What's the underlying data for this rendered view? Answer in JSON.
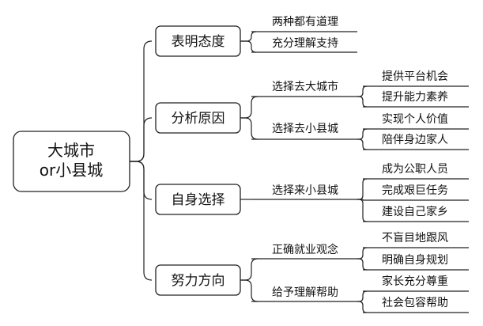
{
  "root": {
    "lines": [
      "大城市",
      "or小县城"
    ]
  },
  "branches": [
    {
      "label": "表明态度",
      "children": [
        {
          "label": "两种都有道理",
          "leaves": []
        },
        {
          "label": "充分理解支持",
          "leaves": []
        }
      ]
    },
    {
      "label": "分析原因",
      "children": [
        {
          "label": "选择去大城市",
          "leaves": [
            "提供平台机会",
            "提升能力素养"
          ]
        },
        {
          "label": "选择去小县城",
          "leaves": [
            "实现个人价值",
            "陪伴身边家人"
          ]
        }
      ]
    },
    {
      "label": "自身选择",
      "children": [
        {
          "label": "选择来小县城",
          "leaves": [
            "成为公职人员",
            "完成艰巨任务",
            "建设自己家乡"
          ]
        }
      ]
    },
    {
      "label": "努力方向",
      "children": [
        {
          "label": "正确就业观念",
          "leaves": [
            "不盲目地跟风",
            "明确自身规划"
          ]
        },
        {
          "label": "给予理解帮助",
          "leaves": [
            "家长充分尊重",
            "社会包容帮助"
          ]
        }
      ]
    }
  ]
}
